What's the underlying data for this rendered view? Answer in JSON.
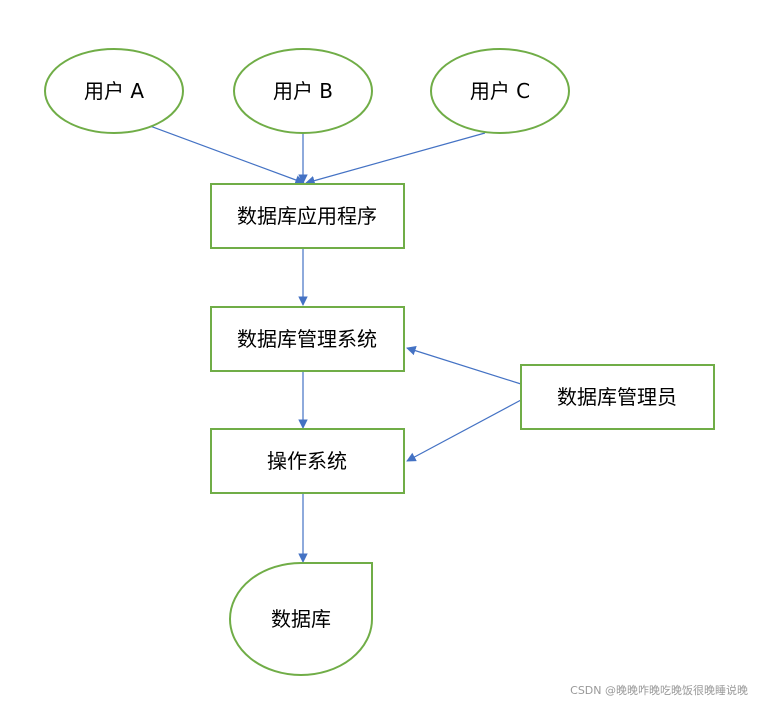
{
  "colors": {
    "node_border": "#70ad47",
    "edge": "#4472c4",
    "text": "#000000",
    "watermark": "#999999"
  },
  "nodes": {
    "user_a": "用户 A",
    "user_b": "用户 B",
    "user_c": "用户 C",
    "db_app": "数据库应用程序",
    "dbms": "数据库管理系统",
    "os": "操作系统",
    "dba": "数据库管理员",
    "database": "数据库"
  },
  "edges": [
    {
      "from": "user_a",
      "to": "db_app"
    },
    {
      "from": "user_b",
      "to": "db_app"
    },
    {
      "from": "user_c",
      "to": "db_app"
    },
    {
      "from": "db_app",
      "to": "dbms"
    },
    {
      "from": "dbms",
      "to": "os"
    },
    {
      "from": "os",
      "to": "database"
    },
    {
      "from": "dba",
      "to": "dbms"
    },
    {
      "from": "dba",
      "to": "os"
    }
  ],
  "watermark": "CSDN @晚晚咋晚吃晚饭很晚睡说晚"
}
